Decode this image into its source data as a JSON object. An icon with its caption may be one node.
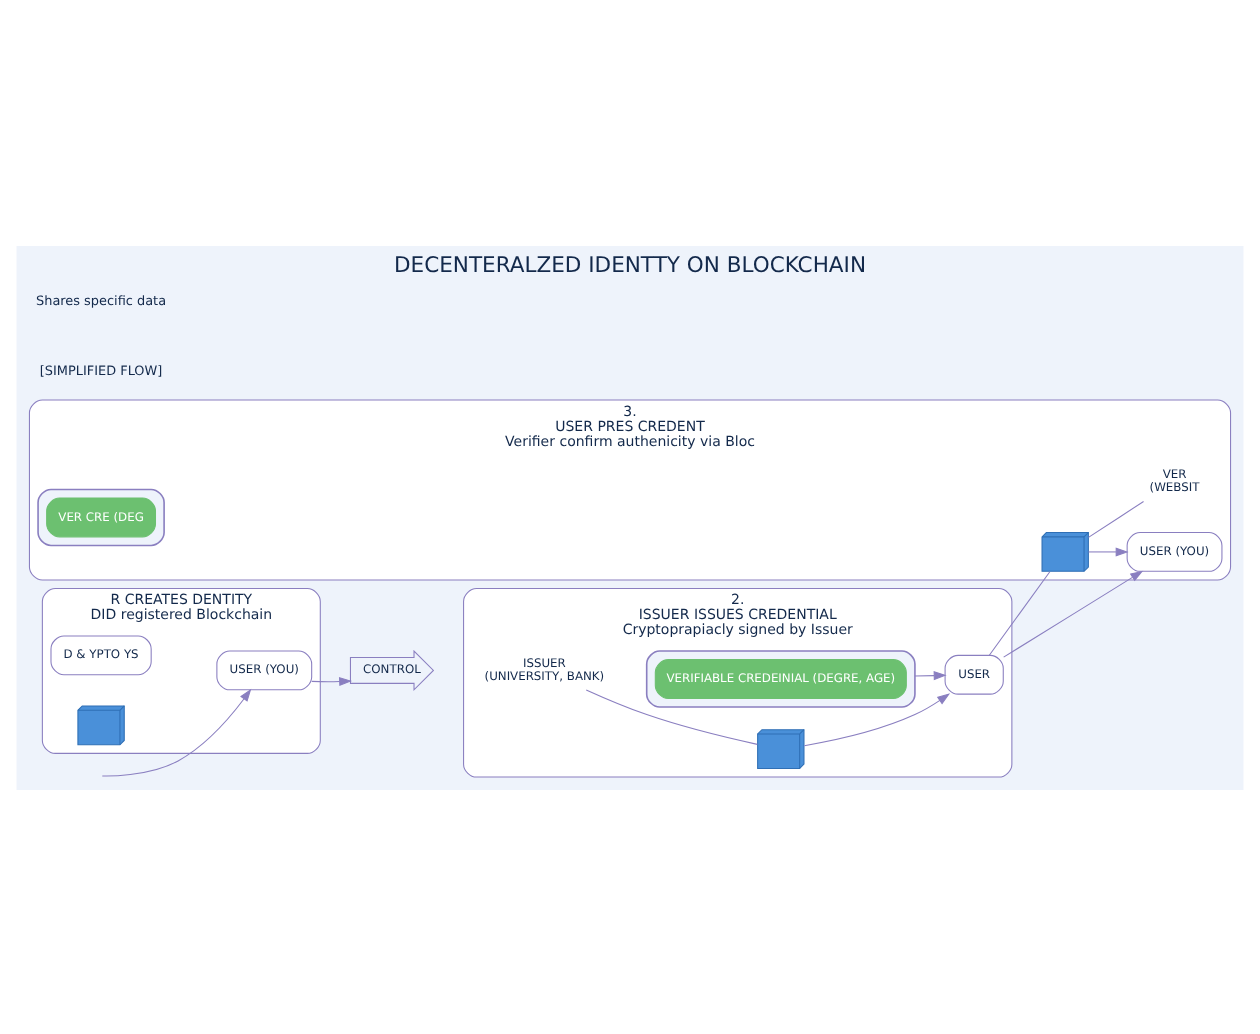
{
  "diagram": {
    "title": "DECENTERALZED IDENTTY ON BLOCKCHAIN",
    "nodes": [
      {
        "text": [
          "R CREATES DENTITY",
          "DID registered Blockchain"
        ]
      },
      {
        "text": [
          "USER (YOU)"
        ],
        "in": 0
      },
      {
        "text": [
          "D & YPTO YS"
        ],
        "in": 0
      },
      {
        "text": [],
        "shape": "picture",
        "in": 0
      },
      {
        "text": [
          "CONTROL"
        ]
      },
      {
        "text": [
          "2.",
          "ISSUER ISSUES CREDENTIAL",
          "Cryptoprapiacly signed by Issuer"
        ]
      },
      {
        "text": [
          "ISSUER",
          "(UNIVERSITY, BANK)"
        ],
        "in": 5
      },
      {
        "text": [],
        "shape": "picture",
        "in": 5
      },
      {
        "text": [],
        "shape": "box",
        "in": 5
      },
      {
        "text": [
          "VERIFIABLE CREDEINIAL (DEGRE, AGE)"
        ],
        "in": 8
      },
      {
        "text": [
          "USER"
        ],
        "in": 5
      },
      {
        "text": [
          "3.",
          "USER PRES CREDENT",
          "Verifier confirm authenicity via Bloc"
        ]
      },
      {
        "text": [],
        "shape": "picture",
        "in": 11
      },
      {
        "text": [
          "VER",
          "(WEBSIT"
        ],
        "in": 11
      },
      {
        "text": [
          "USER (YOU)"
        ],
        "in": 11
      },
      {
        "text": [],
        "shape": "box",
        "in": 11
      },
      {
        "text": [
          "VER CRE (DEG"
        ],
        "in": 15
      }
    ],
    "edges": [
      {
        "from": null,
        "to": 1,
        "arrow": "to"
      },
      {
        "from": 1,
        "to": 4,
        "arrow": "to"
      },
      {
        "from": 6,
        "to": 7,
        "arrow": "none"
      },
      {
        "from": 7,
        "to": 10,
        "arrow": "to"
      },
      {
        "from": 8,
        "to": 10,
        "arrow": "to"
      },
      {
        "from": 10,
        "to": 14,
        "arrow": "to"
      },
      {
        "from": 10,
        "to": 12,
        "arrow": "none"
      },
      {
        "from": 12,
        "to": 13,
        "arrow": "none"
      },
      {
        "from": 12,
        "to": 14,
        "arrow": "to"
      }
    ],
    "labels": [
      "[SIMPLIFIED FLOW]",
      "Shares specific data"
    ]
  }
}
